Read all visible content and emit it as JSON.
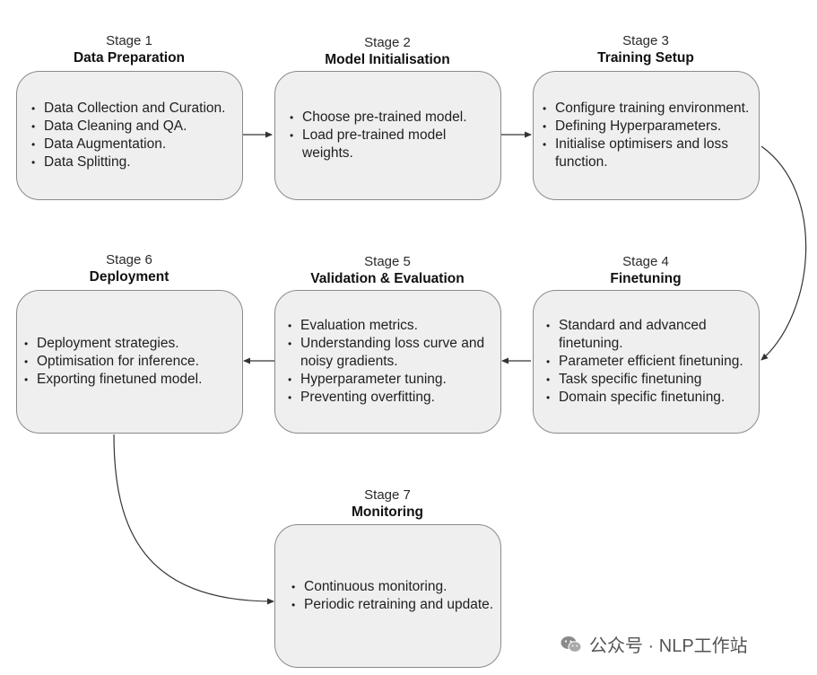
{
  "stages": [
    {
      "num": "Stage 1",
      "title": "Data Preparation",
      "items": [
        "Data Collection and Curation.",
        "Data Cleaning and QA.",
        "Data Augmentation.",
        "Data Splitting."
      ]
    },
    {
      "num": "Stage 2",
      "title": "Model Initialisation",
      "items": [
        "Choose pre-trained model.",
        "Load pre-trained model weights."
      ]
    },
    {
      "num": "Stage 3",
      "title": "Training Setup",
      "items": [
        "Configure training environment.",
        "Defining Hyperparameters.",
        "Initialise optimisers and loss function."
      ]
    },
    {
      "num": "Stage 4",
      "title": "Finetuning",
      "items": [
        "Standard and advanced finetuning.",
        "Parameter efficient finetuning.",
        "Task specific finetuning",
        "Domain specific finetuning."
      ]
    },
    {
      "num": "Stage 5",
      "title": "Validation & Evaluation",
      "items": [
        "Evaluation metrics.",
        "Understanding loss curve and noisy gradients.",
        "Hyperparameter tuning.",
        "Preventing overfitting."
      ]
    },
    {
      "num": "Stage 6",
      "title": "Deployment",
      "items": [
        "Deployment strategies.",
        "Optimisation for inference.",
        "Exporting finetuned model."
      ]
    },
    {
      "num": "Stage 7",
      "title": "Monitoring",
      "items": [
        "Continuous monitoring.",
        "Periodic retraining and update."
      ]
    }
  ],
  "watermark": {
    "text": "公众号 · NLP工作站",
    "icon": "wechat-icon"
  },
  "colors": {
    "box_fill": "#efeff0",
    "box_border": "#8a8a8a",
    "arrow": "#333333"
  }
}
